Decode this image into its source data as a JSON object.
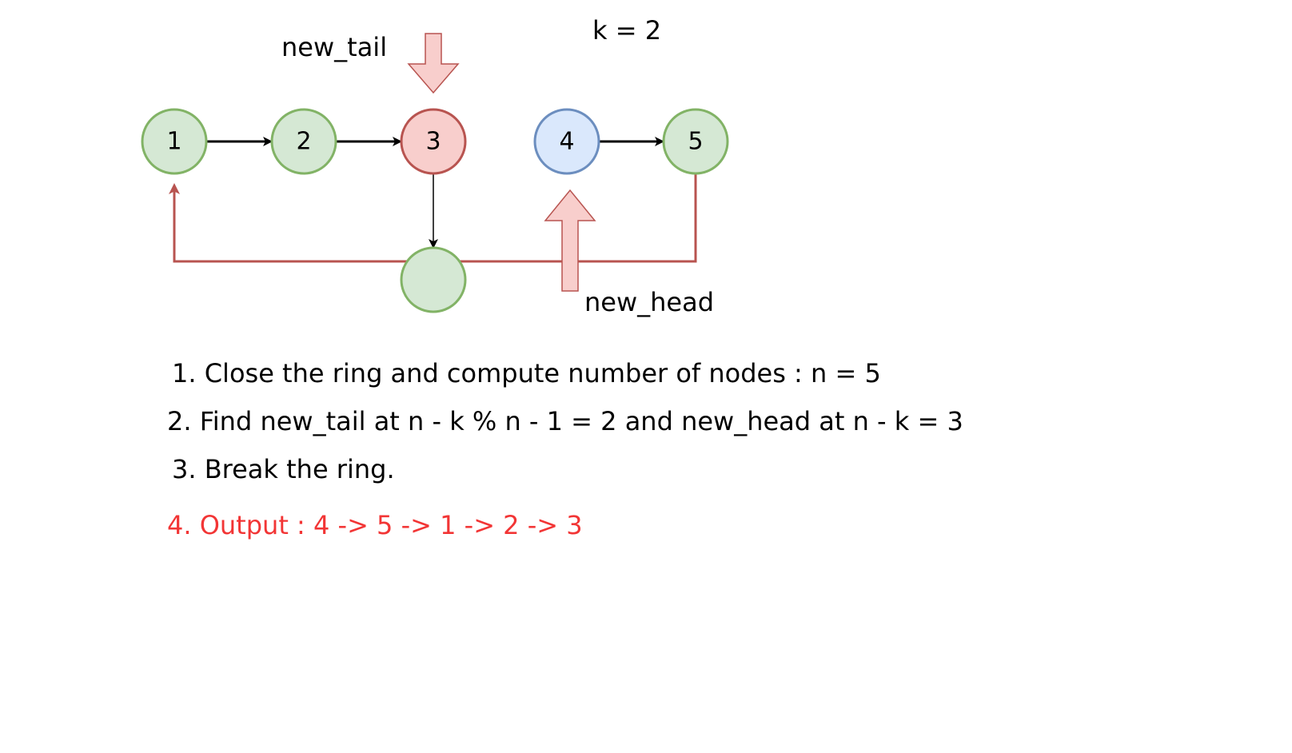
{
  "k_label": "k = 2",
  "new_tail_label": "new_tail",
  "new_head_label": "new_head",
  "nodes": [
    "1",
    "2",
    "3",
    "4",
    "5",
    ""
  ],
  "steps": [
    "1. Close the ring and compute number of nodes : n = 5",
    "2. Find new_tail at n - k % n - 1 = 2 and new_head at n - k = 3",
    "3. Break the ring.",
    "4. Output : 4 -> 5 -> 1 -> 2 -> 3"
  ],
  "colors": {
    "green_fill": "#d5e8d4",
    "green_stroke": "#82b366",
    "red_fill": "#f8cecc",
    "red_stroke": "#b85450",
    "blue_fill": "#dae8fc",
    "blue_stroke": "#6c8ebf",
    "ring_line": "#b85450",
    "output_text": "#f23535"
  }
}
